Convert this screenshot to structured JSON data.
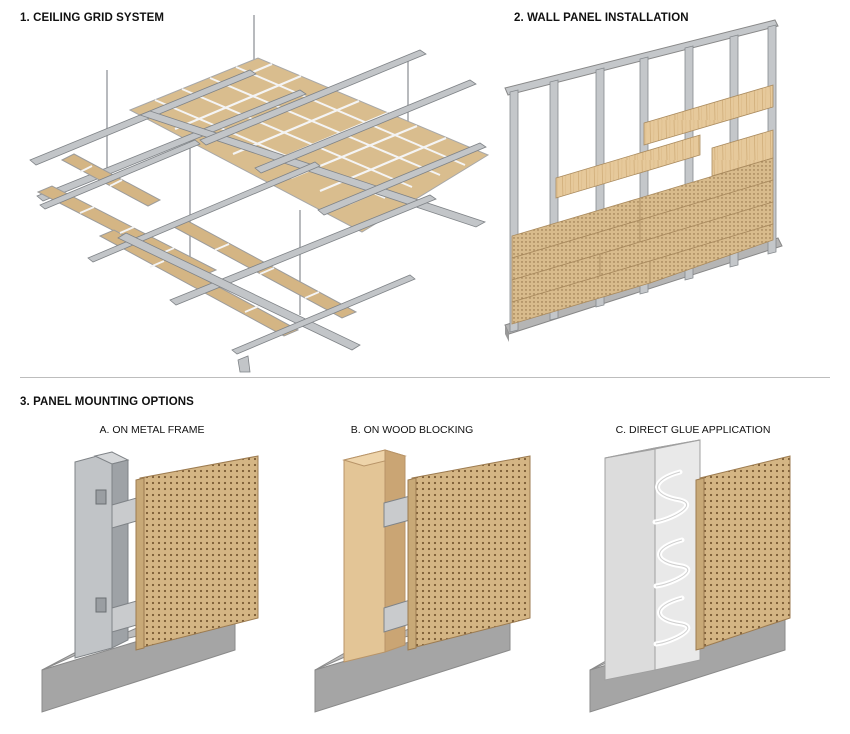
{
  "sections": {
    "ceiling": {
      "title": "1. CEILING GRID SYSTEM"
    },
    "wall": {
      "title": "2. WALL PANEL INSTALLATION"
    },
    "mounting": {
      "title": "3. PANEL MOUNTING OPTIONS",
      "options": [
        {
          "label": "A. ON METAL FRAME"
        },
        {
          "label": "B. ON WOOD BLOCKING"
        },
        {
          "label": "C. DIRECT GLUE APPLICATION"
        }
      ]
    }
  },
  "colors": {
    "wood": "#d9bd8e",
    "wood_dark": "#b8966a",
    "metal": "#b9bcbf",
    "metal_dark": "#8d9195",
    "concrete": "#a6a6a6",
    "glue": "#ffffff"
  }
}
